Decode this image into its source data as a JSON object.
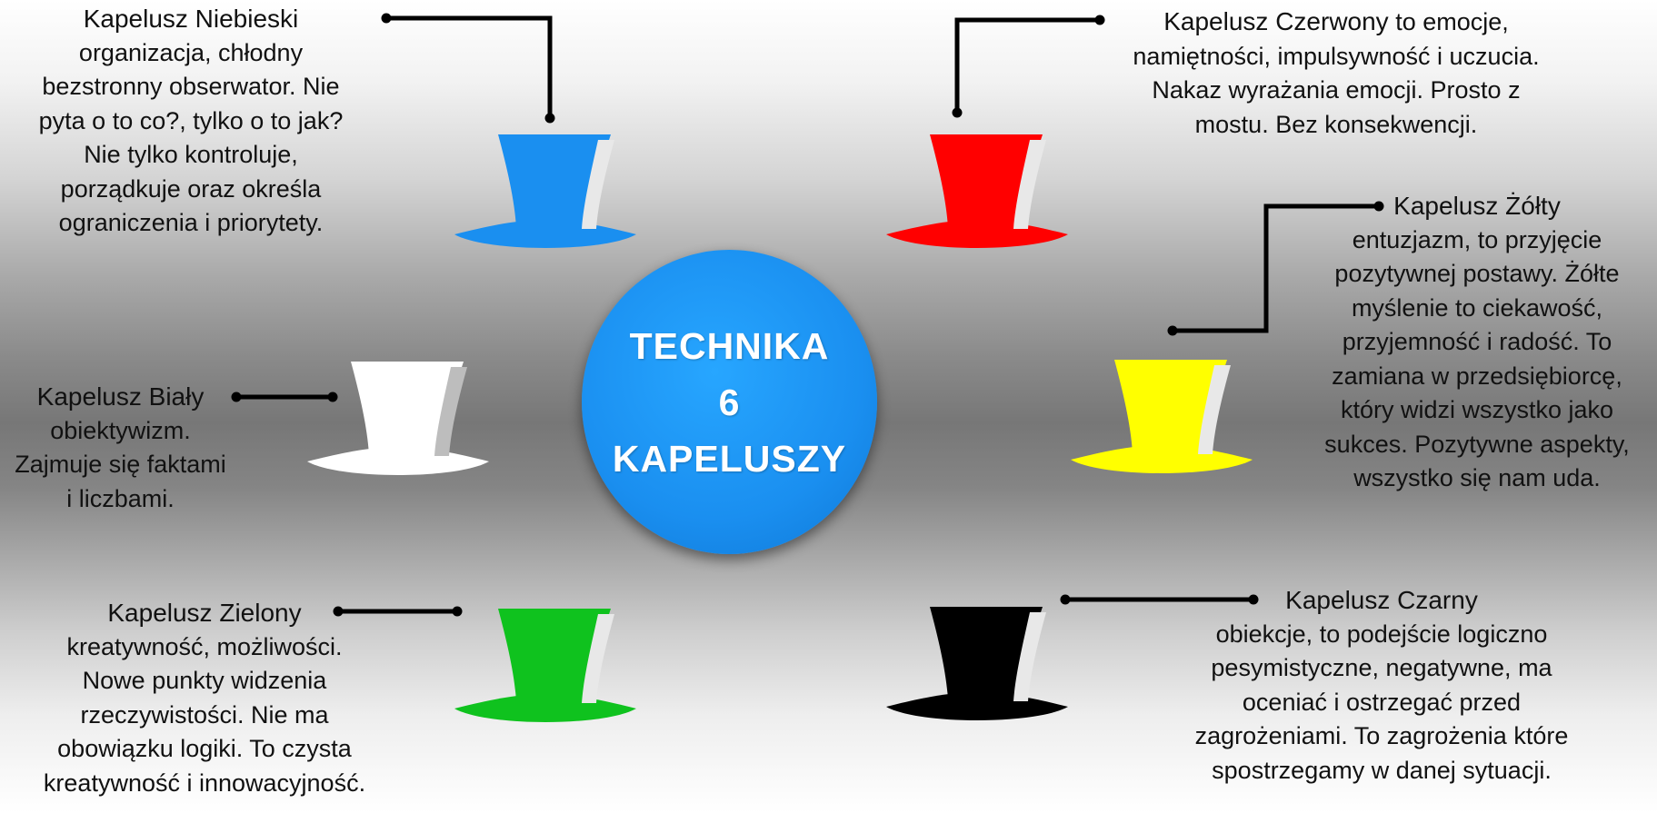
{
  "center": {
    "lines": [
      "TECHNIKA",
      "6",
      "KAPELUSZY"
    ],
    "color": "#1a8ff0"
  },
  "hats": {
    "blue": {
      "color": "#1a8ff0",
      "title": "Kapelusz Niebieski",
      "lines": [
        "organizacja, chłodny",
        "bezstronny obserwator. Nie",
        "pyta o to co?, tylko o to jak?",
        "Nie tylko kontroluje,",
        "porządkuje oraz określa",
        "ograniczenia i priorytety."
      ]
    },
    "red": {
      "color": "#ff0000",
      "title": "Kapelusz Czerwony",
      "title_suffix": " to emocje,",
      "lines": [
        "namiętności, impulsywność i uczucia.",
        "Nakaz wyrażania emocji. Prosto z",
        "mostu. Bez konsekwencji."
      ]
    },
    "yellow": {
      "color": "#ffff00",
      "title": "Kapelusz Żółty",
      "lines": [
        "entuzjazm, to przyjęcie",
        "pozytywnej postawy. Żółte",
        "myślenie to ciekawość,",
        "przyjemność i radość. To",
        "zamiana w przedsiębiorcę,",
        "który widzi wszystko jako",
        "sukces. Pozytywne aspekty,",
        "wszystko się nam uda."
      ]
    },
    "white": {
      "color": "#ffffff",
      "title": "Kapelusz Biały",
      "lines": [
        "obiektywizm.",
        "Zajmuje się faktami",
        "i liczbami."
      ]
    },
    "green": {
      "color": "#0fc21e",
      "title": "Kapelusz Zielony",
      "lines": [
        "kreatywność, możliwości.",
        "Nowe punkty widzenia",
        "rzeczywistości. Nie ma",
        "obowiązku logiki. To czysta",
        "kreatywność i innowacyjność."
      ]
    },
    "black": {
      "color": "#000000",
      "title": "Kapelusz Czarny",
      "lines": [
        "obiekcje, to podejście logiczno",
        "pesymistyczne, negatywne, ma",
        "oceniać i ostrzegać przed",
        "zagrożeniami. To zagrożenia które",
        "spostrzegamy w danej sytuacji."
      ]
    }
  }
}
